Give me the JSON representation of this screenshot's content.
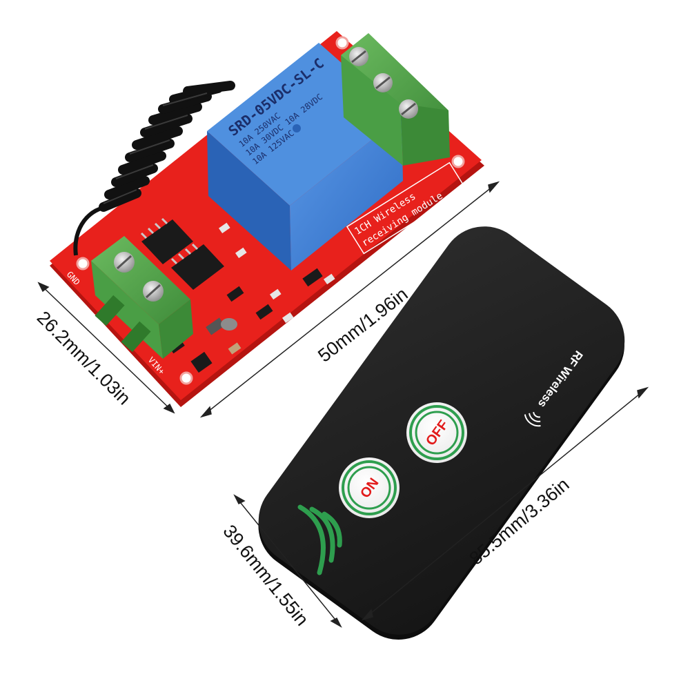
{
  "dimensions": {
    "module_length": "50mm/1.96in",
    "module_width": "26.2mm/1.03in",
    "remote_length": "85.5mm/3.36in",
    "remote_width": "39.6mm/1.55in"
  },
  "relay": {
    "model": "SRD-05VDC-SL-C",
    "rating_1": "10A 250VAC",
    "rating_2": "10A 30VDC  10A 28VDC",
    "rating_3": "10A 125VAC"
  },
  "module": {
    "title_line1": "1CH Wireless",
    "title_line2": "receiving module",
    "pin_gnd": "GND",
    "pin_vin": "VIN+"
  },
  "remote": {
    "brand": "RF Wireless",
    "off_label": "OFF",
    "on_label": "ON"
  },
  "colors": {
    "pcb": "#e8211c",
    "relay": "#3f7fd6",
    "terminal": "#5aa64f",
    "remote_body": "#1f1f1f",
    "button_ring": "#2e9e4e",
    "button_text": "#e21b1b"
  }
}
